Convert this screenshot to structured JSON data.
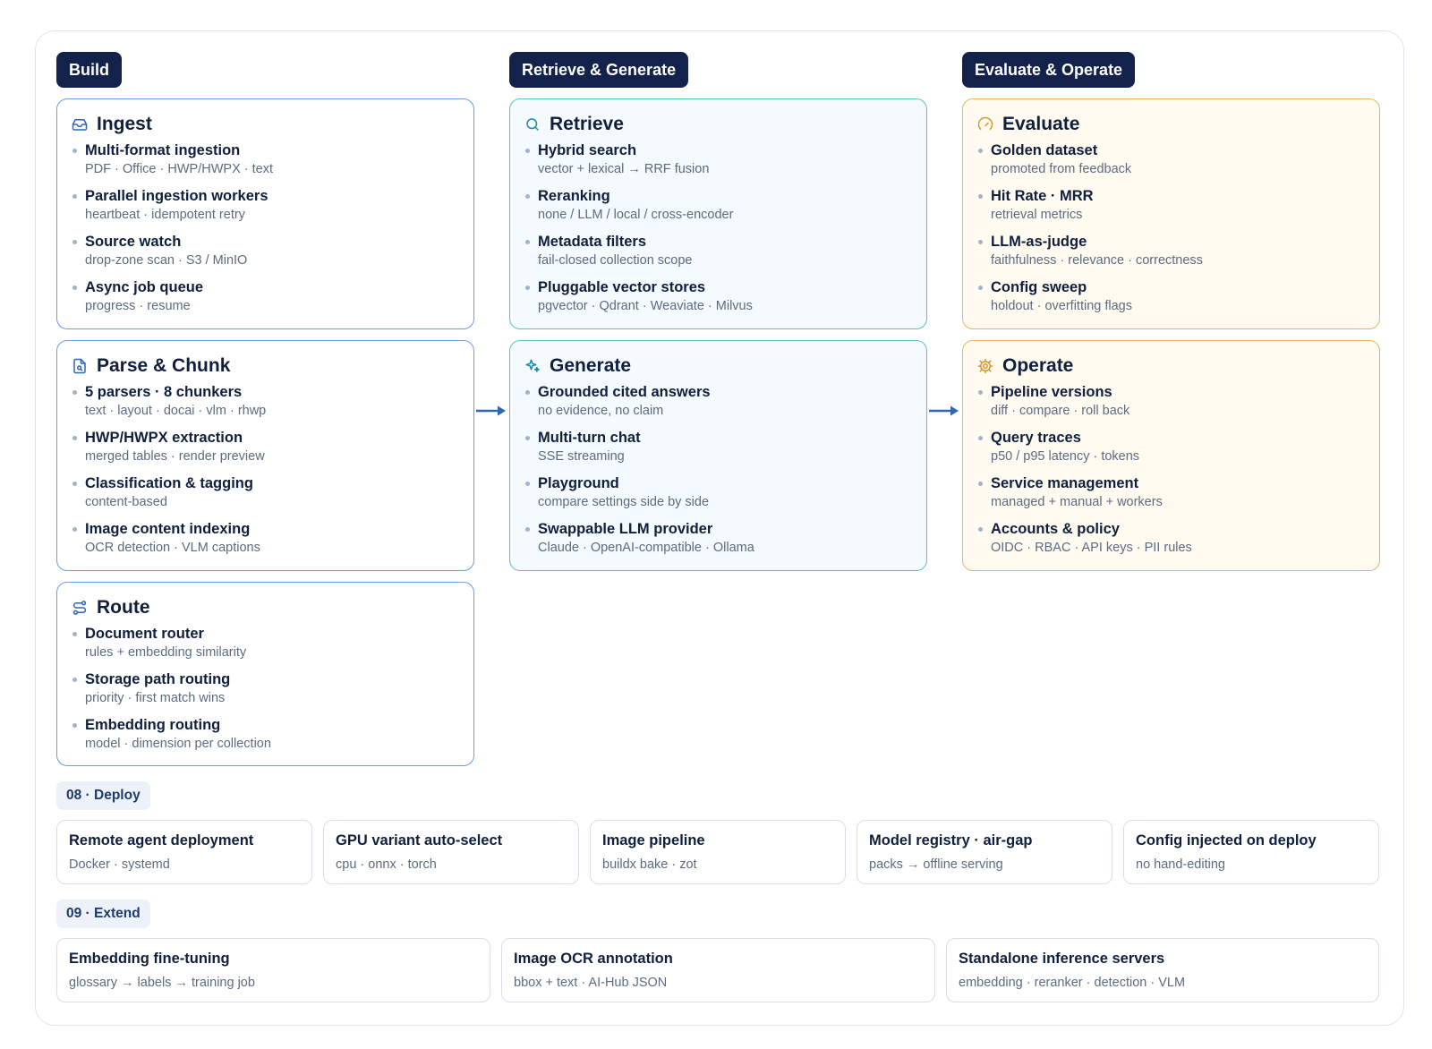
{
  "columns": [
    {
      "label": "Build"
    },
    {
      "label": "Retrieve & Generate"
    },
    {
      "label": "Evaluate & Operate"
    }
  ],
  "cards": {
    "ingest": {
      "title": "Ingest",
      "icon": "inbox-icon",
      "items": [
        {
          "title": "Multi-format ingestion",
          "sub": "PDF · Office · HWP/HWPX · text"
        },
        {
          "title": "Parallel ingestion workers",
          "sub": "heartbeat · idempotent retry"
        },
        {
          "title": "Source watch",
          "sub": "drop-zone scan · S3 / MinIO"
        },
        {
          "title": "Async job queue",
          "sub": "progress · resume"
        }
      ]
    },
    "parse": {
      "title": "Parse & Chunk",
      "icon": "document-search-icon",
      "items": [
        {
          "title": "5 parsers · 8 chunkers",
          "sub": "text · layout · docai · vlm · rhwp"
        },
        {
          "title": "HWP/HWPX extraction",
          "sub": "merged tables · render preview"
        },
        {
          "title": "Classification & tagging",
          "sub": "content-based"
        },
        {
          "title": "Image content indexing",
          "sub": "OCR detection · VLM captions"
        }
      ]
    },
    "route": {
      "title": "Route",
      "icon": "route-icon",
      "items": [
        {
          "title": "Document router",
          "sub": "rules + embedding similarity"
        },
        {
          "title": "Storage path routing",
          "sub": "priority · first match wins"
        },
        {
          "title": "Embedding routing",
          "sub": "model · dimension per collection"
        }
      ]
    },
    "retrieve": {
      "title": "Retrieve",
      "icon": "search-icon",
      "items": [
        {
          "title": "Hybrid search",
          "sub": "vector + lexical → RRF fusion"
        },
        {
          "title": "Reranking",
          "sub": "none / LLM / local / cross-encoder"
        },
        {
          "title": "Metadata filters",
          "sub": "fail-closed collection scope"
        },
        {
          "title": "Pluggable vector stores",
          "sub": "pgvector · Qdrant · Weaviate · Milvus"
        }
      ]
    },
    "generate": {
      "title": "Generate",
      "icon": "sparkles-icon",
      "items": [
        {
          "title": "Grounded cited answers",
          "sub": "no evidence, no claim"
        },
        {
          "title": "Multi-turn chat",
          "sub": "SSE streaming"
        },
        {
          "title": "Playground",
          "sub": "compare settings side by side"
        },
        {
          "title": "Swappable LLM provider",
          "sub": "Claude · OpenAI-compatible · Ollama"
        }
      ]
    },
    "evaluate": {
      "title": "Evaluate",
      "icon": "gauge-icon",
      "items": [
        {
          "title": "Golden dataset",
          "sub": "promoted from feedback"
        },
        {
          "title": "Hit Rate · MRR",
          "sub": "retrieval metrics"
        },
        {
          "title": "LLM-as-judge",
          "sub": "faithfulness · relevance · correctness"
        },
        {
          "title": "Config sweep",
          "sub": "holdout · overfitting flags"
        }
      ]
    },
    "operate": {
      "title": "Operate",
      "icon": "gear-icon",
      "items": [
        {
          "title": "Pipeline versions",
          "sub": "diff · compare · roll back"
        },
        {
          "title": "Query traces",
          "sub": "p50 / p95 latency · tokens"
        },
        {
          "title": "Service management",
          "sub": "managed + manual + workers"
        },
        {
          "title": "Accounts & policy",
          "sub": "OIDC · RBAC · API keys · PII rules"
        }
      ]
    }
  },
  "deploy": {
    "label": "08 · Deploy",
    "tiles": [
      {
        "title": "Remote agent deployment",
        "sub": "Docker · systemd"
      },
      {
        "title": "GPU variant auto-select",
        "sub": "cpu · onnx · torch"
      },
      {
        "title": "Image pipeline",
        "sub": "buildx bake · zot"
      },
      {
        "title": "Model registry · air-gap",
        "sub": "packs → offline serving"
      },
      {
        "title": "Config injected on deploy",
        "sub": "no hand-editing"
      }
    ]
  },
  "extend": {
    "label": "09 · Extend",
    "tiles": [
      {
        "title": "Embedding fine-tuning",
        "sub": "glossary → labels → training job"
      },
      {
        "title": "Image OCR annotation",
        "sub": "bbox + text · AI-Hub JSON"
      },
      {
        "title": "Standalone inference servers",
        "sub": "embedding · reranker · detection · VLM"
      }
    ]
  },
  "colors": {
    "build_border": "#6d9be6",
    "retrieve_border": "#5bbfd0",
    "evaluate_border": "#eab266",
    "label_bg": "#12224a",
    "arrow": "#2f66b3"
  }
}
